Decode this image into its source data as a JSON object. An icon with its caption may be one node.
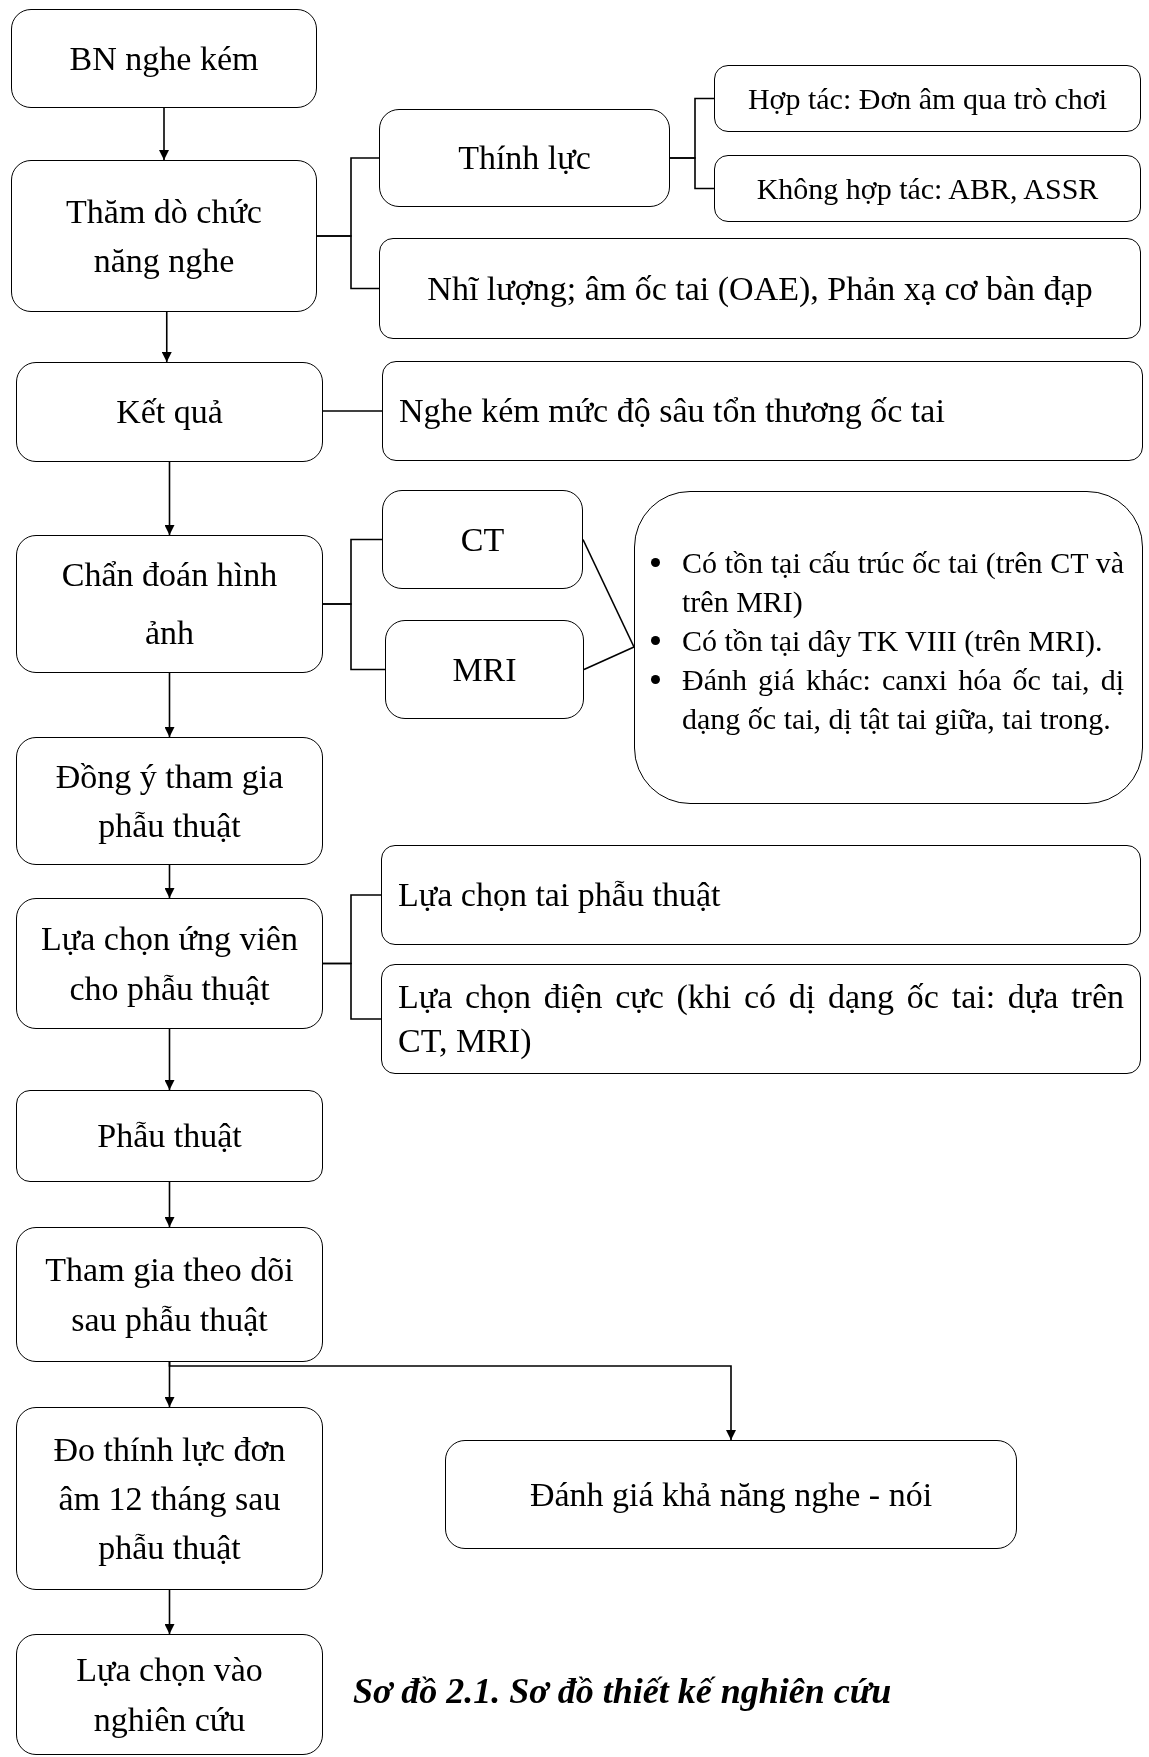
{
  "diagram": {
    "caption": "Sơ đồ 2.1. Sơ đồ thiết kế nghiên cứu",
    "nodes": [
      {
        "text": [
          "BN nghe kém"
        ]
      },
      {
        "text": [
          "Thăm dò chức năng nghe"
        ]
      },
      {
        "text": [
          "Thính lực"
        ]
      },
      {
        "text": [
          "Hợp tác: Đơn âm qua trò chơi"
        ]
      },
      {
        "text": [
          "Không hợp tác: ABR, ASSR"
        ]
      },
      {
        "text": [
          "Nhĩ lượng; âm ốc tai (OAE), Phản xạ cơ bàn đạp"
        ]
      },
      {
        "text": [
          "Kết quả"
        ]
      },
      {
        "text": [
          "Nghe kém mức độ sâu tổn thương ốc tai"
        ]
      },
      {
        "text": [
          "Chẩn đoán hình ảnh"
        ]
      },
      {
        "text": [
          "CT"
        ]
      },
      {
        "text": [
          "MRI"
        ]
      },
      {
        "text": [
          "Có tồn tại cấu trúc ốc tai (trên CT và trên MRI)",
          "Có tồn tại dây TK VIII (trên MRI).",
          "Đánh giá khác: canxi hóa ốc tai, dị dạng ốc tai, dị tật tai giữa, tai trong."
        ]
      },
      {
        "text": [
          "Đồng ý tham gia phẫu thuật"
        ]
      },
      {
        "text": [
          "Lựa chọn ứng viên cho phẫu thuật"
        ]
      },
      {
        "text": [
          "Lựa chọn tai phẫu thuật"
        ]
      },
      {
        "text": [
          "Lựa chọn điện cực (khi có dị dạng ốc tai: dựa trên CT, MRI)"
        ]
      },
      {
        "text": [
          "Phẫu thuật"
        ]
      },
      {
        "text": [
          "Tham gia theo dõi sau phẫu thuật"
        ]
      },
      {
        "text": [
          "Đo thính lực đơn âm 12 tháng sau phẫu thuật"
        ]
      },
      {
        "text": [
          "Đánh giá khả năng nghe - nói"
        ]
      },
      {
        "text": [
          "Lựa chọn vào nghiên cứu"
        ]
      }
    ],
    "edges": [
      {
        "from": 0,
        "to": 1,
        "arrow": "to"
      },
      {
        "from": 1,
        "to": 2,
        "arrow": "none"
      },
      {
        "from": 1,
        "to": 5,
        "arrow": "none"
      },
      {
        "from": 2,
        "to": 3,
        "arrow": "none"
      },
      {
        "from": 2,
        "to": 4,
        "arrow": "none"
      },
      {
        "from": 1,
        "to": 6,
        "arrow": "to"
      },
      {
        "from": 6,
        "to": 7,
        "arrow": "none"
      },
      {
        "from": 6,
        "to": 8,
        "arrow": "to"
      },
      {
        "from": 8,
        "to": 9,
        "arrow": "none"
      },
      {
        "from": 8,
        "to": 10,
        "arrow": "none"
      },
      {
        "from": 9,
        "to": 11,
        "arrow": "none"
      },
      {
        "from": 10,
        "to": 11,
        "arrow": "none"
      },
      {
        "from": 8,
        "to": 12,
        "arrow": "to"
      },
      {
        "from": 12,
        "to": 13,
        "arrow": "to"
      },
      {
        "from": 13,
        "to": 14,
        "arrow": "none"
      },
      {
        "from": 13,
        "to": 15,
        "arrow": "none"
      },
      {
        "from": 13,
        "to": 16,
        "arrow": "to"
      },
      {
        "from": 16,
        "to": 17,
        "arrow": "to"
      },
      {
        "from": 17,
        "to": 18,
        "arrow": "to"
      },
      {
        "from": 17,
        "to": 19,
        "arrow": "to"
      },
      {
        "from": 18,
        "to": 20,
        "arrow": "to"
      }
    ]
  }
}
